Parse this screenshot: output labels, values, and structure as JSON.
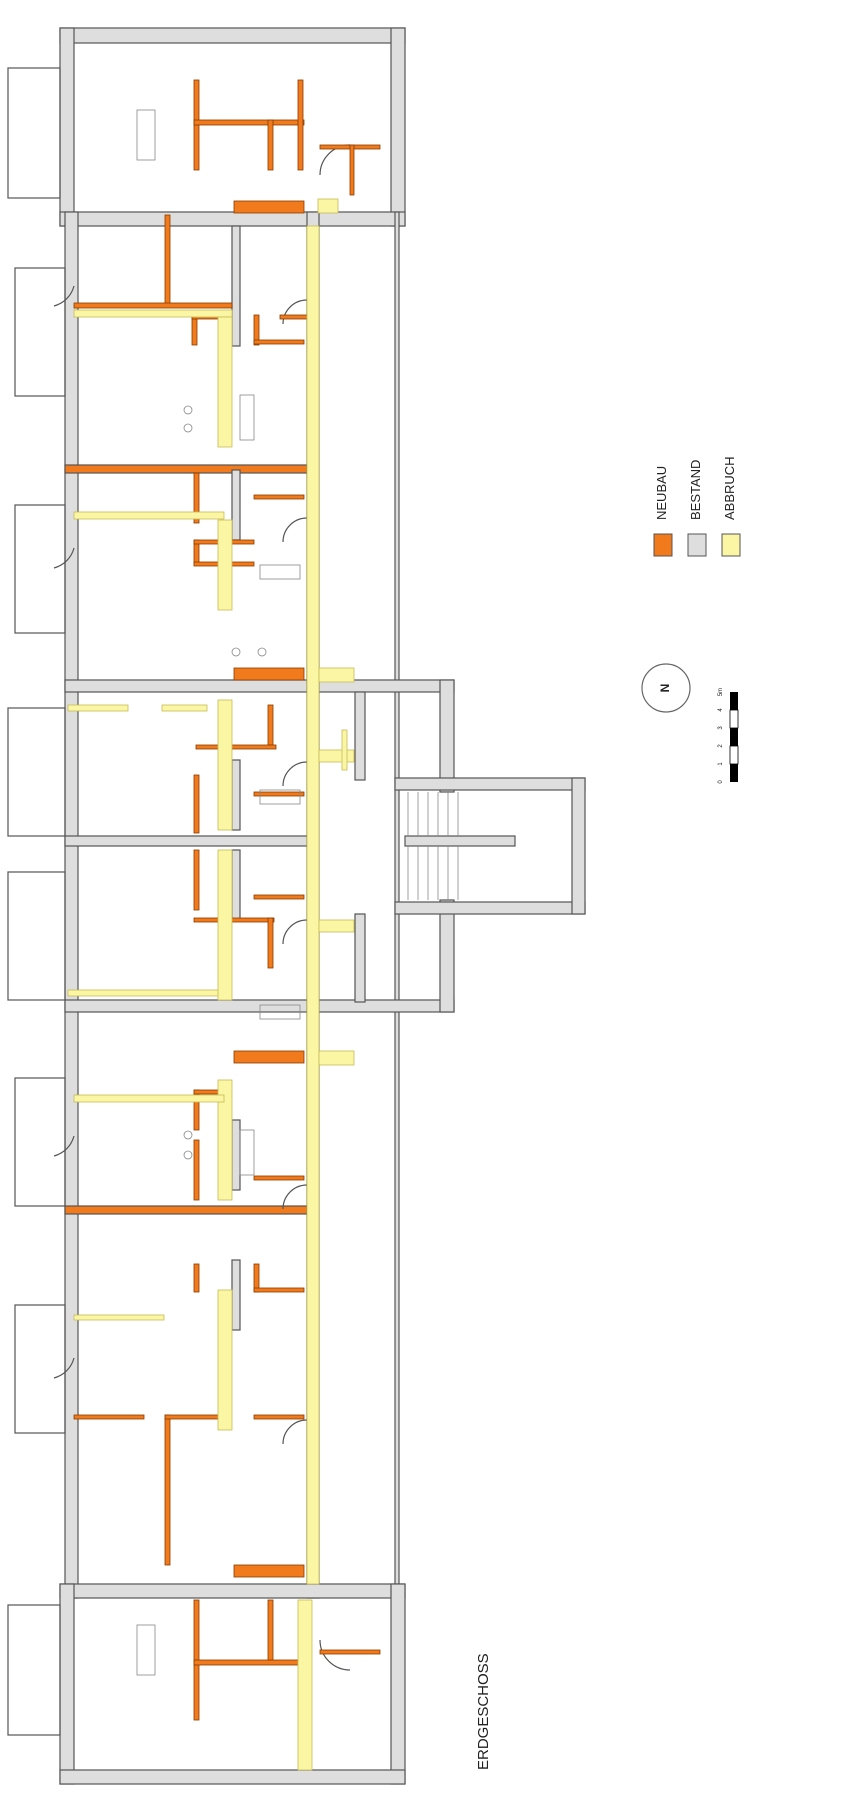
{
  "drawing": {
    "title": "ERDGESCHOSS",
    "north_label": "N"
  },
  "legend": {
    "items": [
      {
        "label": "NEUBAU",
        "color": "#f07a1c"
      },
      {
        "label": "BESTAND",
        "color": "#dedede"
      },
      {
        "label": "ABBRUCH",
        "color": "#fbf6a4"
      }
    ]
  },
  "scale_bar": {
    "ticks": [
      "0",
      "1",
      "2",
      "3",
      "4",
      "5m"
    ]
  },
  "colors": {
    "neubau": "#f07a1c",
    "bestand": "#dedede",
    "abbruch": "#fbf6a4",
    "outline": "#555555"
  }
}
